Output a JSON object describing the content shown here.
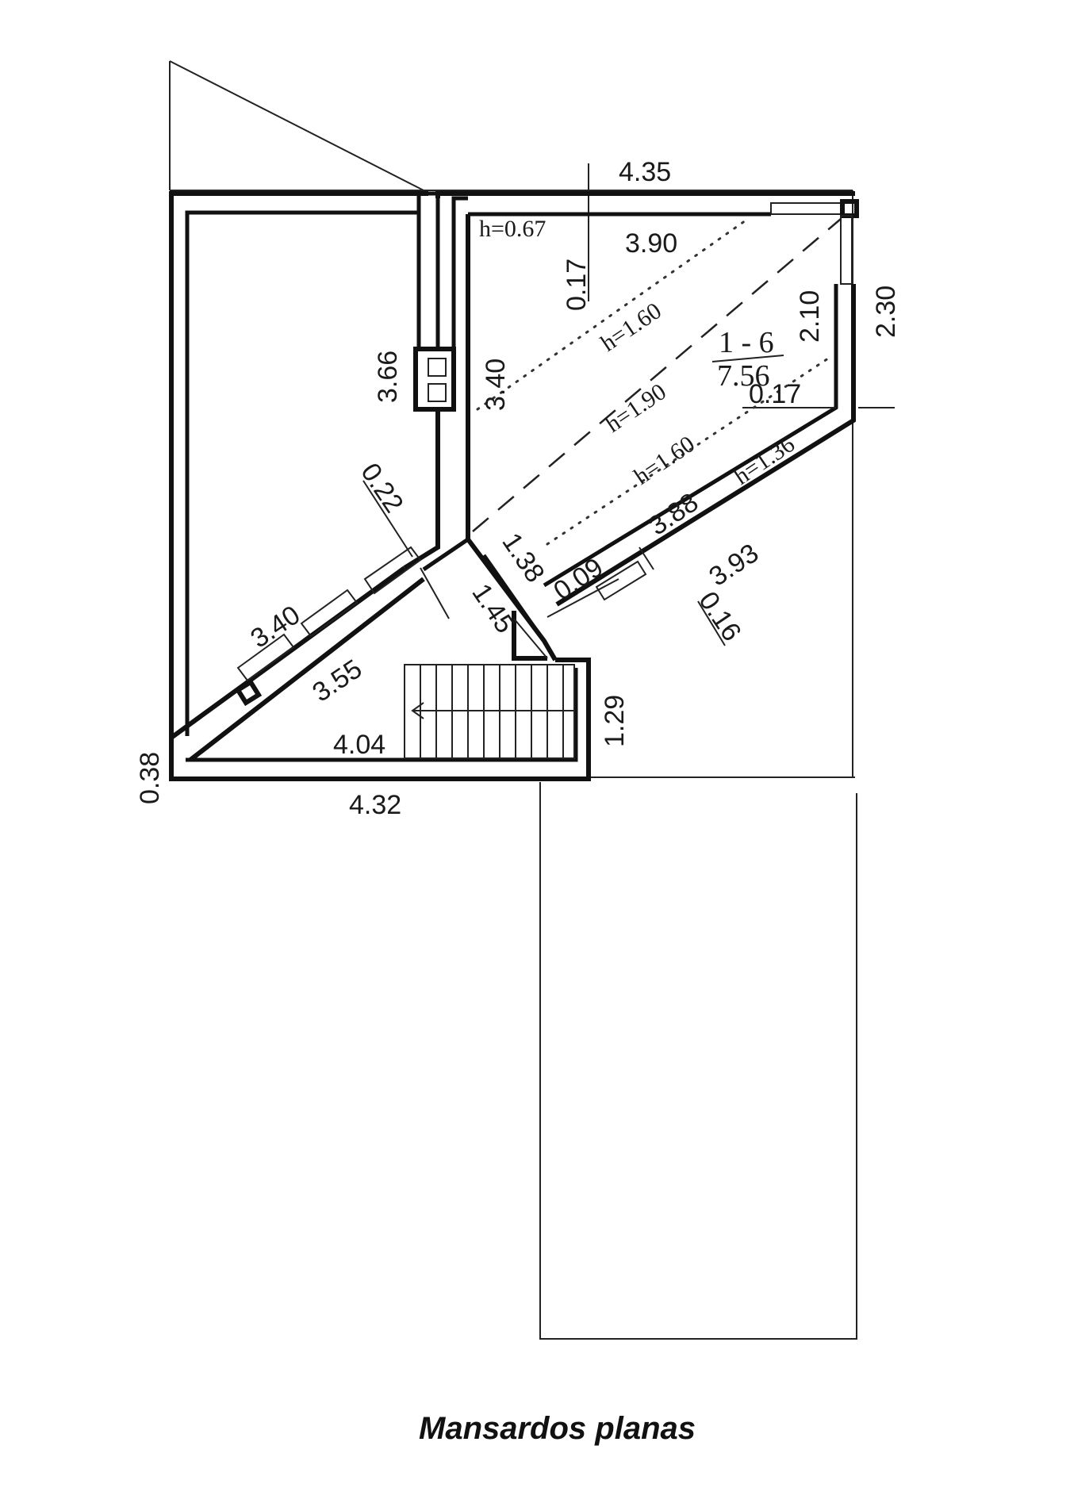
{
  "plan": {
    "caption": "Mansardos planas",
    "room": {
      "number": "1 - 6",
      "area": "7.56"
    },
    "dimensions": {
      "top_width": "4.35",
      "inner_top_width": "3.90",
      "top_thickness": "0.17",
      "right_height": "2.30",
      "inner_right_height": "2.10",
      "right_thickness": "0.17",
      "left_room_height": "3.66",
      "partition_height": "3.40",
      "left_diag_thickness": "0.22",
      "left_diag_outer": "3.40",
      "left_diag_inner": "3.55",
      "lower_diag_inner": "3.88",
      "lower_diag_outer": "3.93",
      "lower_diag_thickness": "0.16",
      "lower_diag_gap": "0.09",
      "short_wall_a": "1.38",
      "short_wall_b": "1.45",
      "stair_height": "1.29",
      "bottom_inner_width": "4.04",
      "bottom_width": "4.32",
      "bottom_thickness": "0.38"
    },
    "heights": {
      "top": "h=0.67",
      "upper": "h=1.60",
      "ridge": "h=1.90",
      "lower": "h=1.60",
      "edge": "h=1.36"
    }
  }
}
